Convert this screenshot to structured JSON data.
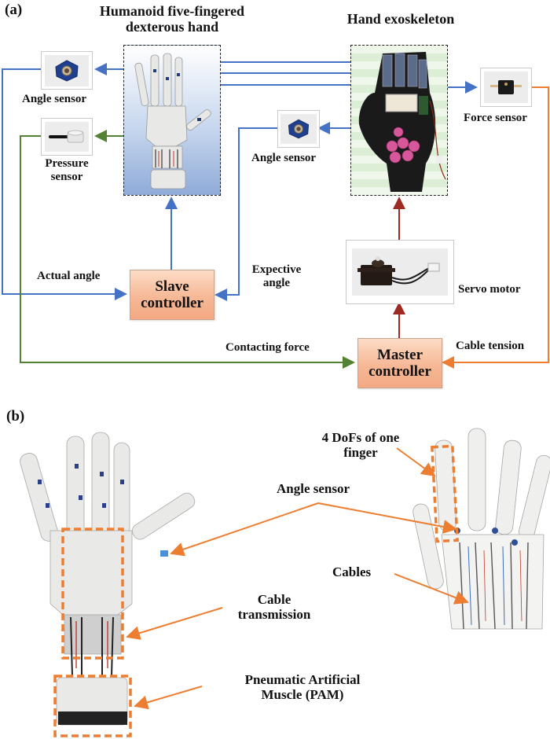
{
  "panel_a": {
    "label": "(a)",
    "titles": {
      "dexterous_hand_line1": "Humanoid five-fingered",
      "dexterous_hand_line2": "dexterous hand",
      "exoskeleton": "Hand exoskeleton"
    },
    "sensors": {
      "angle_sensor_left": "Angle sensor",
      "pressure_sensor_line1": "Pressure",
      "pressure_sensor_line2": "sensor",
      "angle_sensor_mid": "Angle sensor",
      "force_sensor": "Force sensor",
      "servo_motor": "Servo motor"
    },
    "controllers": {
      "slave_line1": "Slave",
      "slave_line2": "controller",
      "master_line1": "Master",
      "master_line2": "controller"
    },
    "signals": {
      "actual_angle": "Actual angle",
      "expective_angle_line1": "Expective",
      "expective_angle_line2": "angle",
      "contacting_force": "Contacting force",
      "cable_tension": "Cable tension"
    },
    "colors": {
      "blue_signal": "#4472c4",
      "green_signal": "#548235",
      "orange_signal": "#ed7d31",
      "red_signal": "#9e2a24"
    }
  },
  "panel_b": {
    "label": "(b)",
    "annotations": {
      "dofs_line1": "4 DoFs of one",
      "dofs_line2": "finger",
      "angle_sensor": "Angle sensor",
      "cables": "Cables",
      "cable_transmission_line1": "Cable",
      "cable_transmission_line2": "transmission",
      "pam_line1": "Pneumatic Artificial",
      "pam_line2": "Muscle (PAM)"
    },
    "colors": {
      "highlight": "#ed7d31"
    }
  }
}
